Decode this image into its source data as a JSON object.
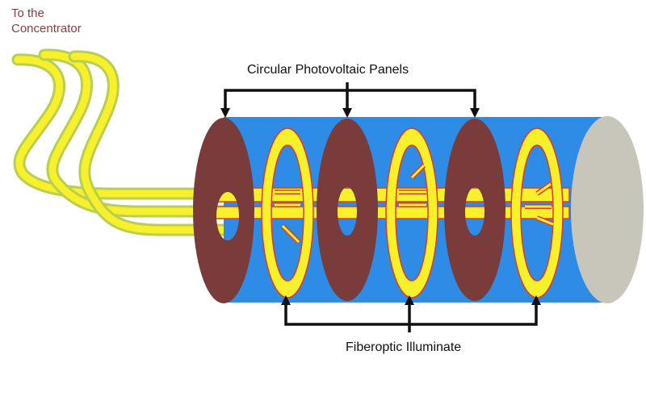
{
  "labels": {
    "source_line1": "To the",
    "source_line2": "Concentrator",
    "panels": "Circular Photovoltaic Panels",
    "fiber": "Fiberoptic Illuminate"
  },
  "colors": {
    "cylinder": "#2e8be6",
    "cylinder_end": "#c8c5ba",
    "panel": "#7a3b3b",
    "fiber_yellow": "#f7f02a",
    "fiber_outline": "#e03a2a",
    "cable_outline": "#b7cf52",
    "source_text": "#8b3d3d",
    "text": "#111111"
  },
  "components": {
    "photovoltaic_panels": 3,
    "fiberoptic_rings": 3,
    "cable_strands": 3
  }
}
